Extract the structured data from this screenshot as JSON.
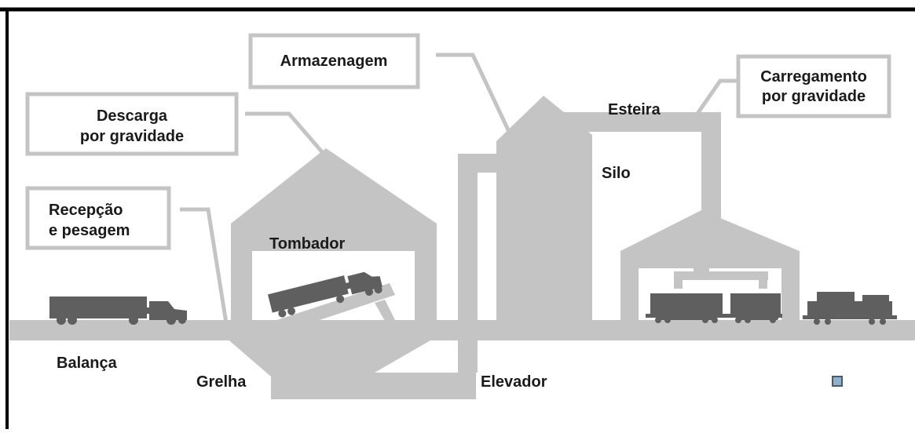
{
  "labels": {
    "armazenagem": "Armazenagem",
    "carregamento_line1": "Carregamento",
    "carregamento_line2": "por gravidade",
    "esteira": "Esteira",
    "descarga_line1": "Descarga",
    "descarga_line2": "por gravidade",
    "silo": "Silo",
    "recepcao_line1": "Recepção",
    "recepcao_line2": "e pesagem",
    "tombador": "Tombador",
    "balanca": "Balança",
    "grelha": "Grelha",
    "elevador": "Elevador"
  },
  "colors": {
    "structure": "#c4c4c4",
    "vehicles": "#5f5f5f",
    "text": "#1a1a1a",
    "frame": "#000000"
  }
}
